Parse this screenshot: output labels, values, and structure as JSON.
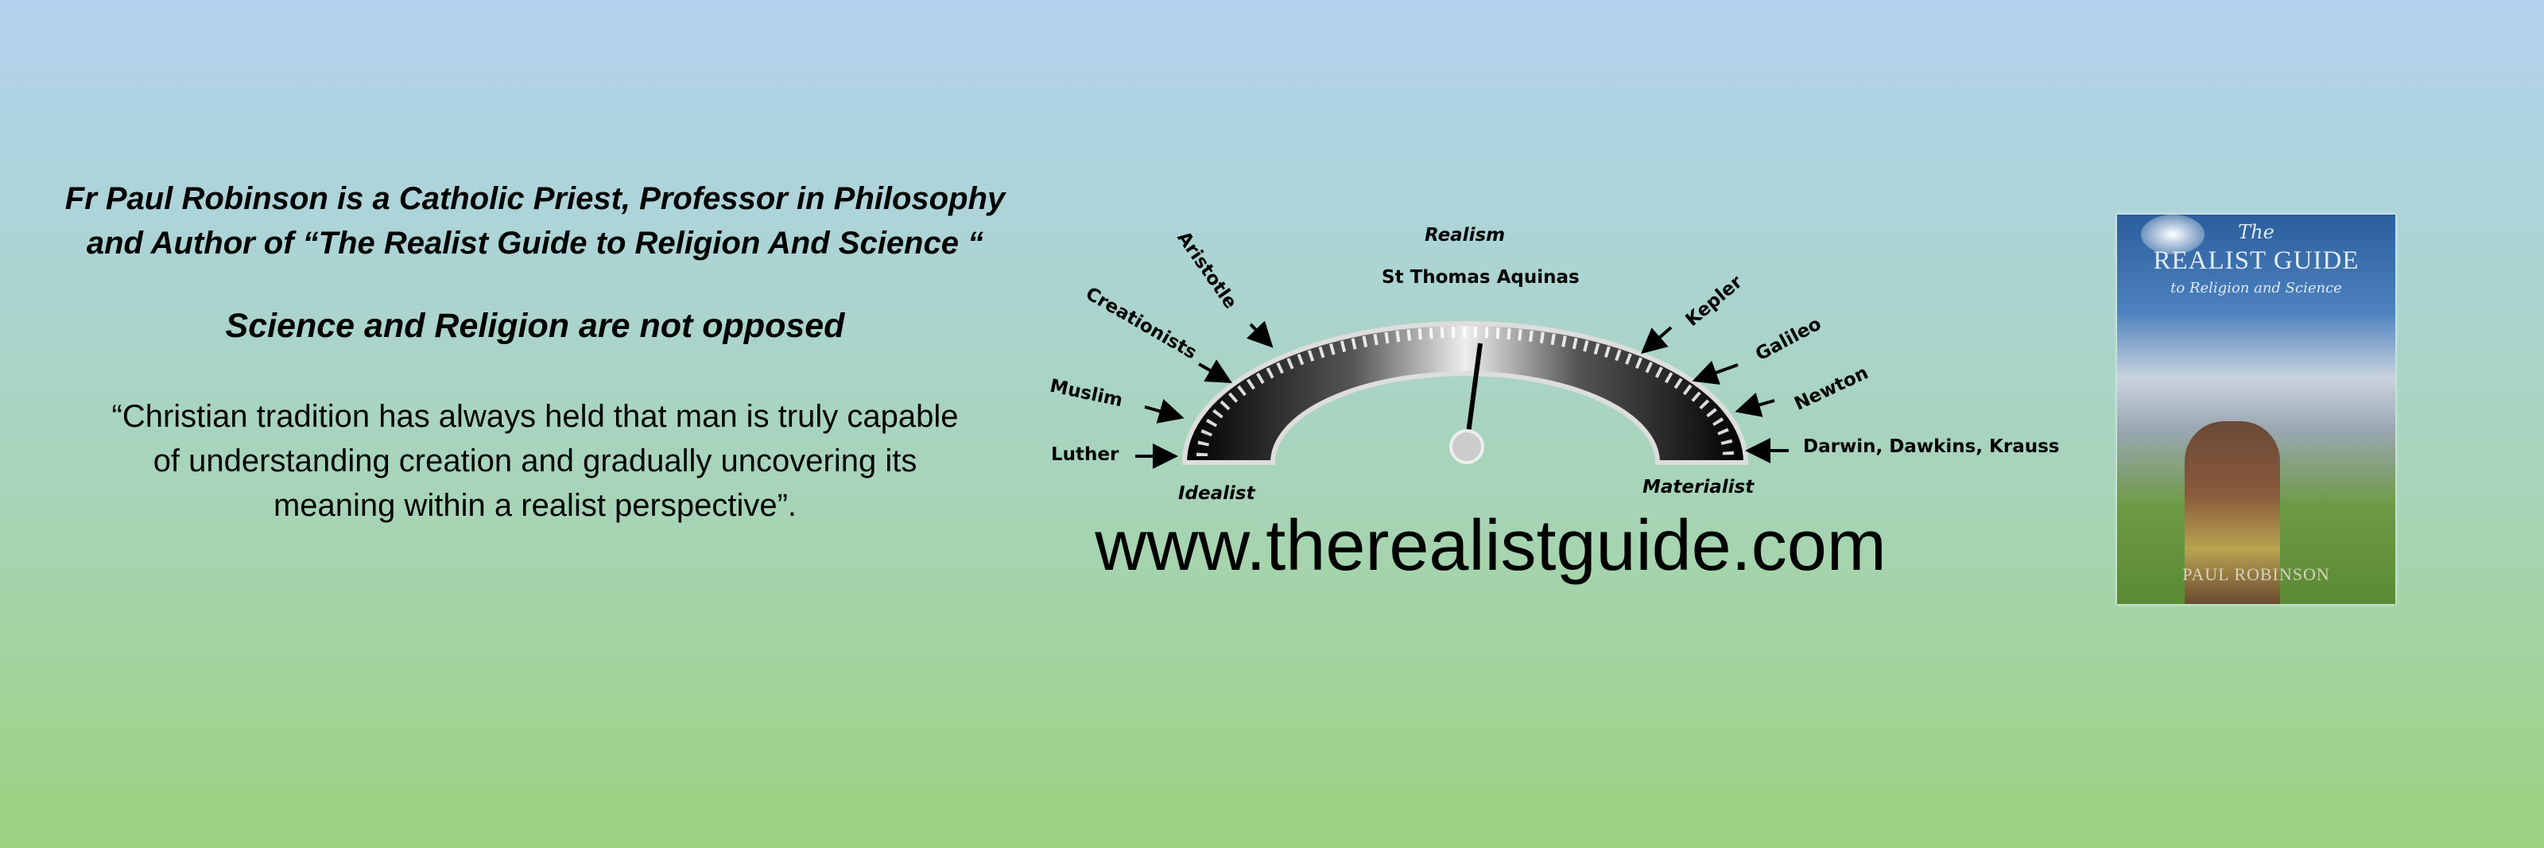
{
  "intro": {
    "line1": "Fr Paul Robinson is a Catholic Priest, Professor in  Philosophy",
    "line2": "and Author of “The Realist Guide to Religion And Science “"
  },
  "slogan": "Science and Religion are not opposed",
  "quote": {
    "line1": "“Christian tradition has always held that man is truly capable",
    "line2": "of understanding creation and gradually uncovering its",
    "line3": "meaning within a realist perspective”."
  },
  "gauge": {
    "top_label": "Realism",
    "center_label": "St Thomas Aquinas",
    "left_labels": [
      "Aristotle",
      "Creationists",
      "Muslim",
      "Luther"
    ],
    "right_labels": [
      "Kepler",
      "Galileo",
      "Newton",
      "Darwin, Dawkins, Krauss"
    ],
    "left_end": "Idealist",
    "right_end": "Materialist",
    "needle_position_percent": 52
  },
  "website": "www.therealistguide.com",
  "book": {
    "title_the": "The",
    "title_main": "REALIST GUIDE",
    "title_sub": "to Religion and Science",
    "author": "PAUL ROBINSON"
  }
}
